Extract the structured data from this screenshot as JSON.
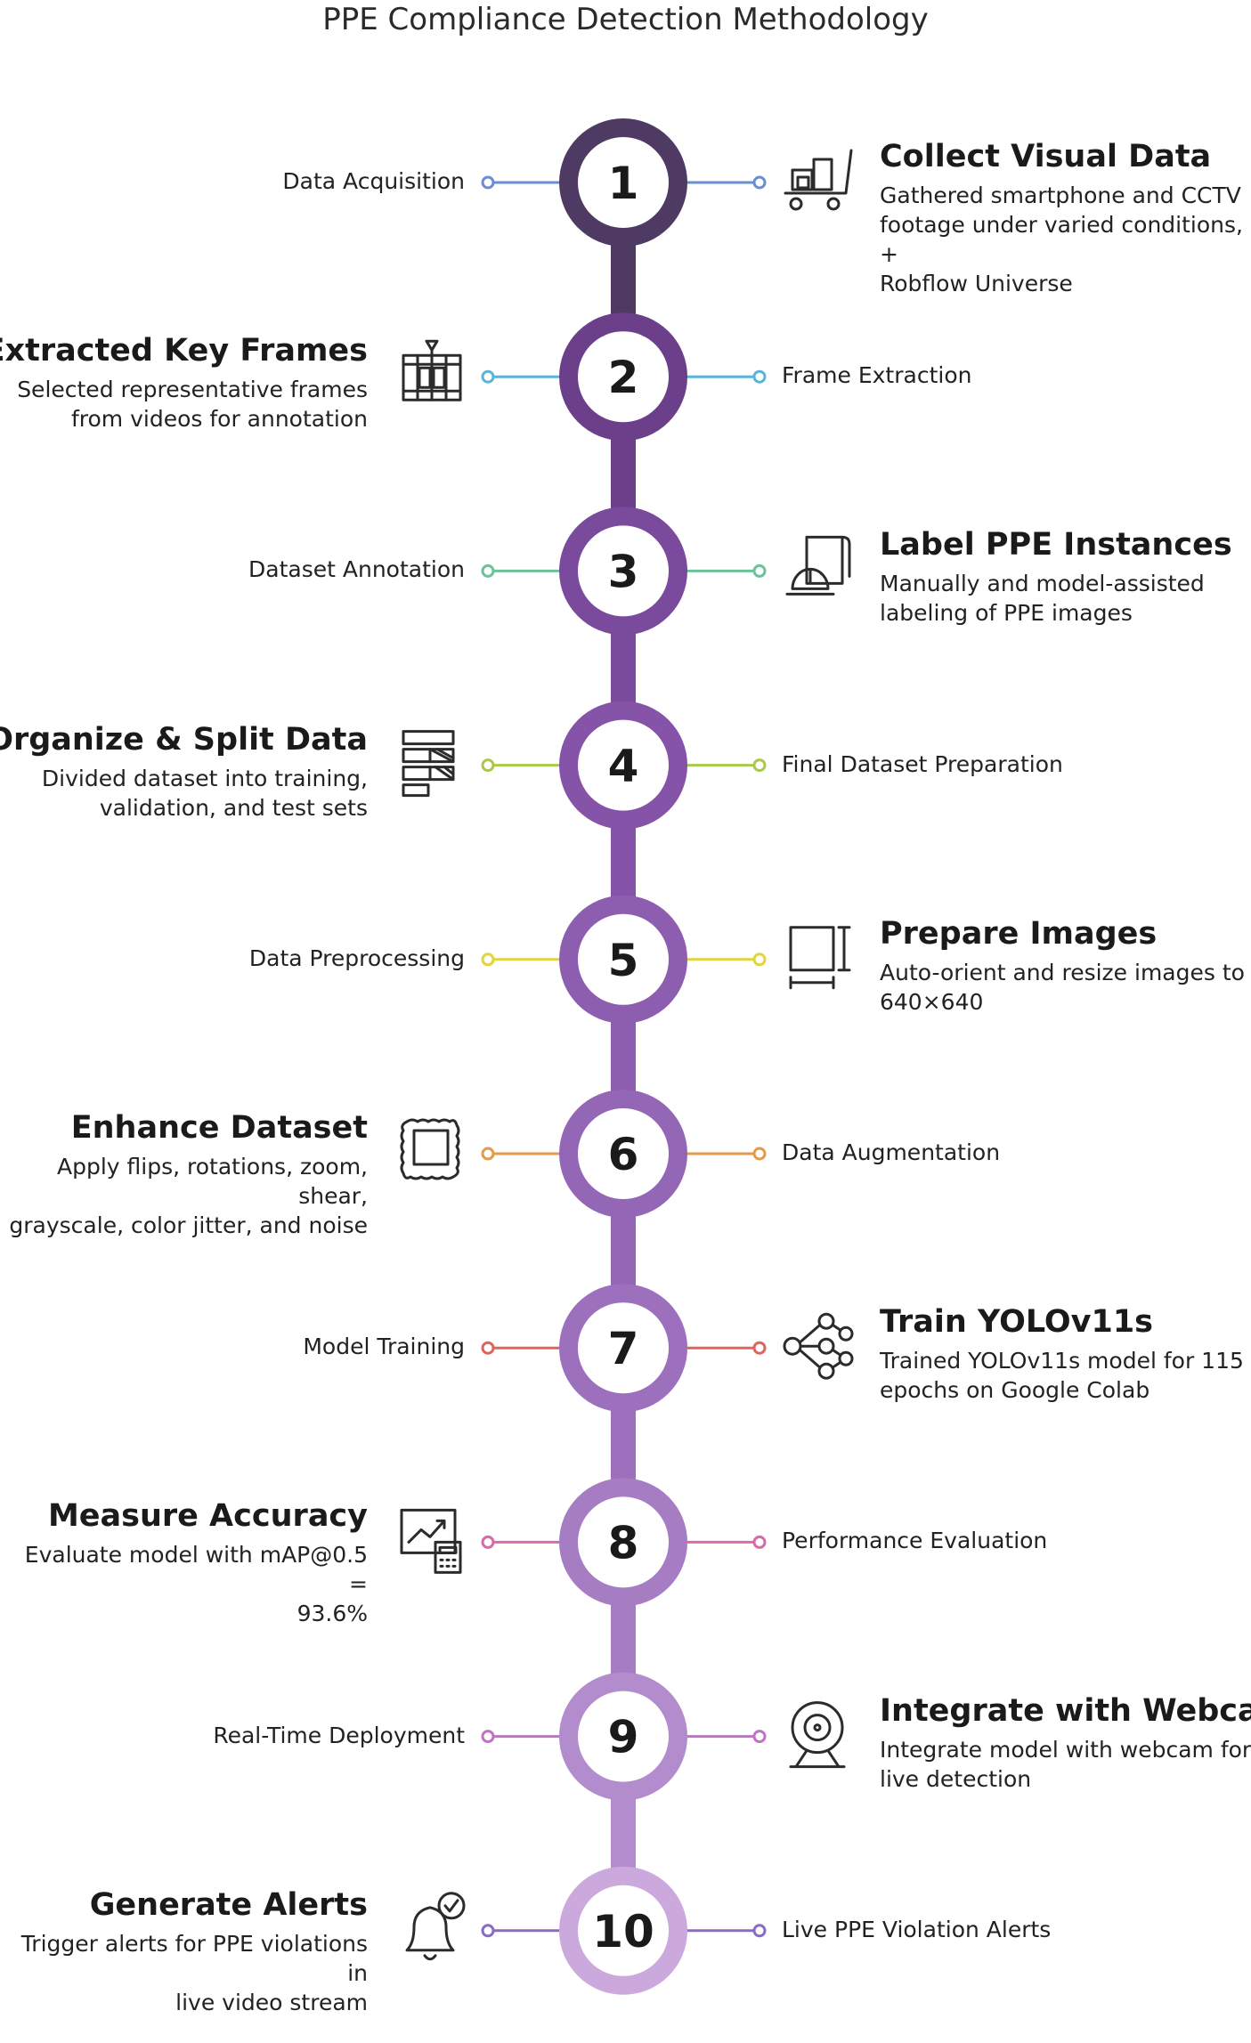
{
  "title": "PPE Compliance Detection Methodology",
  "steps": [
    {
      "number": "1",
      "label": "Data Acquisition",
      "heading": "Collect Visual Data",
      "description": "Gathered smartphone and CCTV\nfootage under varied conditions, +\nRobflow Universe",
      "detail_side": "right",
      "icon": "cart-icon",
      "connector_color": "#6a8fd0",
      "ring_color": "#4f3a63"
    },
    {
      "number": "2",
      "label": "Frame Extraction",
      "heading": "Extracted Key Frames",
      "description": "Selected representative frames\nfrom videos for annotation",
      "detail_side": "left",
      "icon": "film-frames-icon",
      "connector_color": "#5ab4da",
      "ring_color": "#6b3f8a"
    },
    {
      "number": "3",
      "label": "Dataset Annotation",
      "heading": "Label PPE Instances",
      "description": "Manually and model-assisted\nlabeling of PPE images",
      "detail_side": "right",
      "icon": "hardhat-icon",
      "connector_color": "#6cc29a",
      "ring_color": "#7a4a9c"
    },
    {
      "number": "4",
      "label": "Final Dataset Preparation",
      "heading": "Organize & Split Data",
      "description": "Divided dataset into training,\nvalidation, and test sets",
      "detail_side": "left",
      "icon": "split-data-icon",
      "connector_color": "#a8c94c",
      "ring_color": "#8553a7"
    },
    {
      "number": "5",
      "label": "Data Preprocessing",
      "heading": "Prepare Images",
      "description": "Auto-orient and resize images to\n640×640",
      "detail_side": "right",
      "icon": "resize-icon",
      "connector_color": "#e2d43c",
      "ring_color": "#8d5eb0"
    },
    {
      "number": "6",
      "label": "Data Augmentation",
      "heading": "Enhance Dataset",
      "description": "Apply flips, rotations, zoom, shear,\ngrayscale, color jitter, and noise",
      "detail_side": "left",
      "icon": "augment-icon",
      "connector_color": "#e39a4a",
      "ring_color": "#9466b6"
    },
    {
      "number": "7",
      "label": "Model Training",
      "heading": "Train YOLOv11s",
      "description": "Trained YOLOv11s model for 115\nepochs on Google Colab",
      "detail_side": "right",
      "icon": "network-icon",
      "connector_color": "#e0645e",
      "ring_color": "#9c70bc"
    },
    {
      "number": "8",
      "label": "Performance Evaluation",
      "heading": "Measure Accuracy",
      "description": "Evaluate model with mAP@0.5 =\n93.6%",
      "detail_side": "left",
      "icon": "chart-calculator-icon",
      "connector_color": "#d96aa8",
      "ring_color": "#a67cc3"
    },
    {
      "number": "9",
      "label": "Real-Time Deployment",
      "heading": "Integrate with Webcam",
      "description": "Integrate model with webcam for\nlive detection",
      "detail_side": "right",
      "icon": "webcam-icon",
      "connector_color": "#c172c8",
      "ring_color": "#b28ccc"
    },
    {
      "number": "10",
      "label": "Live PPE Violation Alerts",
      "heading": "Generate Alerts",
      "description": "Trigger alerts for PPE violations in\nlive video stream",
      "detail_side": "left",
      "icon": "bell-check-icon",
      "connector_color": "#8a6cc8",
      "ring_color": "#cba9dc"
    }
  ]
}
